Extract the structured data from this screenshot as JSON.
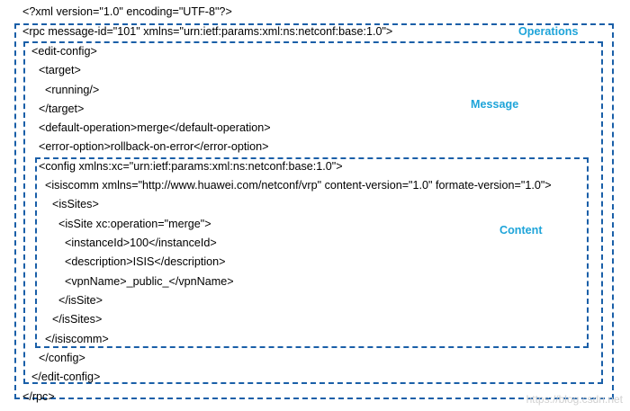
{
  "xml_lines": [
    {
      "text": "<?xml version=\"1.0\" encoding=\"UTF-8\"?>"
    },
    {
      "text": "<rpc message-id=\"101\" xmlns=\"urn:ietf:params:xml:ns:netconf:base:1.0\">"
    },
    {
      "text": "<edit-config>"
    },
    {
      "text": "<target>"
    },
    {
      "text": "<running/>"
    },
    {
      "text": "</target>"
    },
    {
      "text": "<default-operation>merge</default-operation>"
    },
    {
      "text": "<error-option>rollback-on-error</error-option>"
    },
    {
      "text": "<config xmlns:xc=\"urn:ietf:params:xml:ns:netconf:base:1.0\">"
    },
    {
      "text": "<isiscomm xmlns=\"http://www.huawei.com/netconf/vrp\" content-version=\"1.0\" formate-version=\"1.0\">"
    },
    {
      "text": "<isSites>"
    },
    {
      "text": "<isSite xc:operation=\"merge\">"
    },
    {
      "text": "<instanceId>100</instanceId>"
    },
    {
      "text": "<description>ISIS</description>"
    },
    {
      "text": "<vpnName>_public_</vpnName>"
    },
    {
      "text": "</isSite>"
    },
    {
      "text": "</isSites>"
    },
    {
      "text": "</isiscomm>"
    },
    {
      "text": "</config>"
    },
    {
      "text": "</edit-config>"
    },
    {
      "text": "</rpc>"
    }
  ],
  "labels": {
    "operations": "Operations",
    "message": "Message",
    "content": "Content"
  },
  "watermark": "https://blog.csdn.net",
  "colors": {
    "box_border": "#1a5fa8",
    "label_text": "#1ea4d9"
  }
}
